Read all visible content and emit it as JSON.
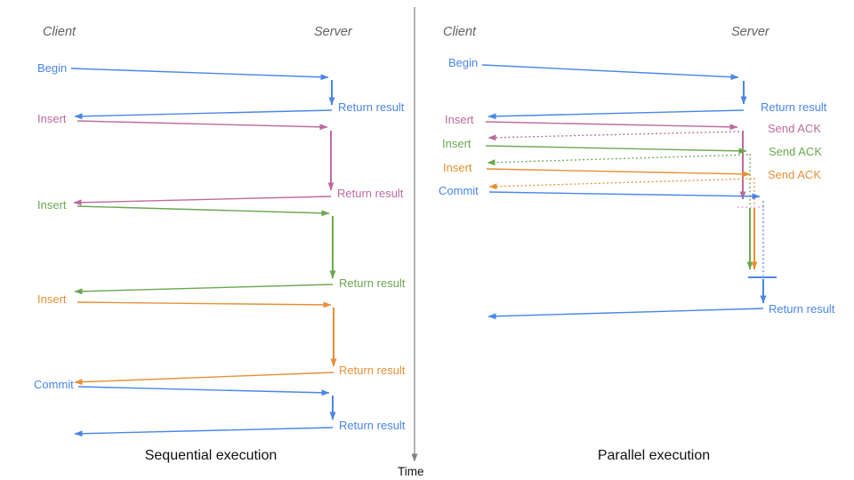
{
  "diagram": {
    "colors": {
      "blue": "#4a86e8",
      "pink": "#bd6b9e",
      "green": "#6aa84f",
      "orange": "#e69138",
      "axis": "#808080"
    },
    "time_label": "Time",
    "left": {
      "title": "Sequential execution",
      "client_header": "Client",
      "server_header": "Server",
      "ops": [
        {
          "label": "Begin",
          "color": "blue",
          "response": "Return result"
        },
        {
          "label": "Insert",
          "color": "pink",
          "response": "Return result"
        },
        {
          "label": "Insert",
          "color": "green",
          "response": "Return result"
        },
        {
          "label": "Insert",
          "color": "orange",
          "response": "Return result"
        },
        {
          "label": "Commit",
          "color": "blue",
          "response": "Return result"
        }
      ]
    },
    "right": {
      "title": "Parallel execution",
      "client_header": "Client",
      "server_header": "Server",
      "ops": [
        {
          "label": "Begin",
          "color": "blue",
          "response": "Return result"
        },
        {
          "label": "Insert",
          "color": "pink",
          "response": "Send ACK"
        },
        {
          "label": "Insert",
          "color": "green",
          "response": "Send ACK"
        },
        {
          "label": "Insert",
          "color": "orange",
          "response": "Send ACK"
        },
        {
          "label": "Commit",
          "color": "blue",
          "response": "Return result"
        }
      ]
    }
  }
}
